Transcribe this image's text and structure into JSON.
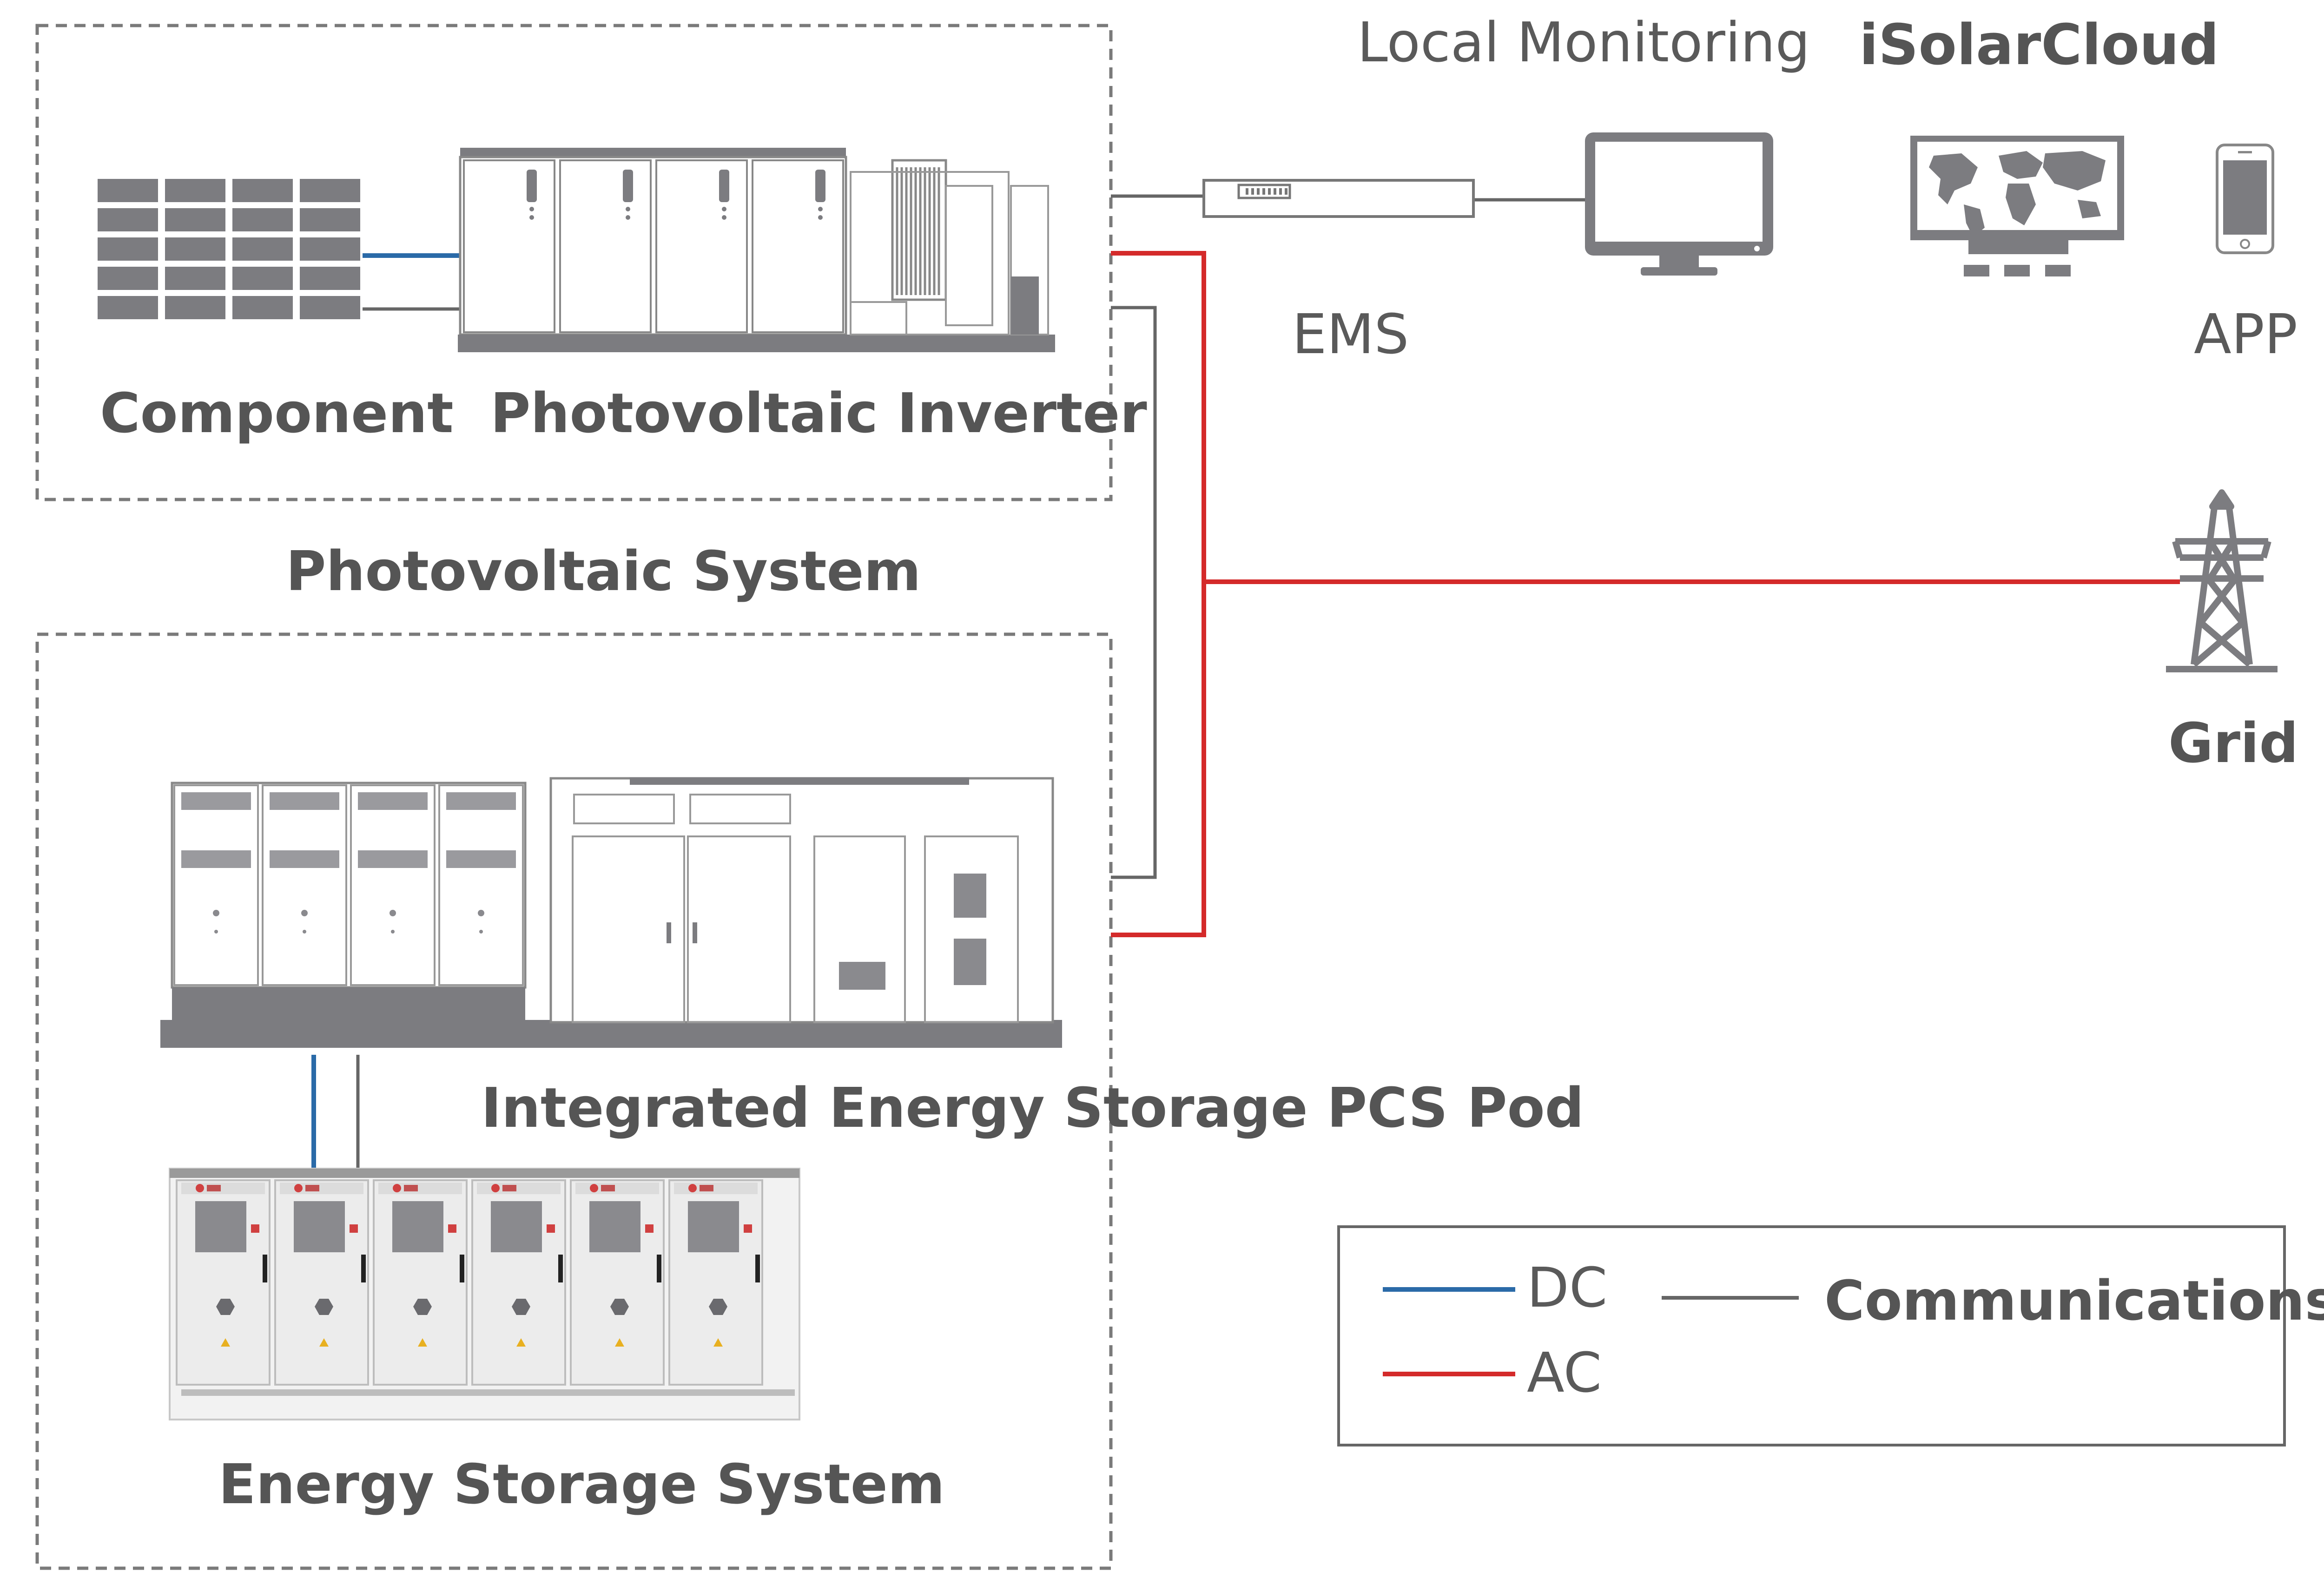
{
  "labels": {
    "component": "Component",
    "photovoltaic_inverter": "Photovoltaic Inverter",
    "photovoltaic_system": "Photovoltaic System",
    "local_monitoring": "Local Monitoring",
    "isolarcloud": "iSolarCloud",
    "ems": "EMS",
    "app": "APP",
    "grid": "Grid",
    "integrated_pcs_pod": "Integrated Energy Storage PCS Pod",
    "energy_storage_system": "Energy Storage System"
  },
  "legend": {
    "dc": "DC",
    "ac": "AC",
    "communications": "Communications"
  },
  "colors": {
    "dc_line": "#2a6aa8",
    "ac_line": "#d42a2a",
    "comm_line": "#666666",
    "equipment_gray": "#7c7c80",
    "frame_dash": "#7a7a7a",
    "label_gray": "#555555"
  },
  "icons": {
    "pv_panels": "solar-panel-array-icon",
    "inverter": "photovoltaic-inverter-icon",
    "ems": "ems-controller-icon",
    "monitor": "monitor-icon",
    "cloud": "world-map-screen-icon",
    "app": "smartphone-icon",
    "grid": "transmission-tower-icon",
    "pcs_pod": "pcs-pod-icon",
    "battery": "battery-cabinet-icon"
  }
}
